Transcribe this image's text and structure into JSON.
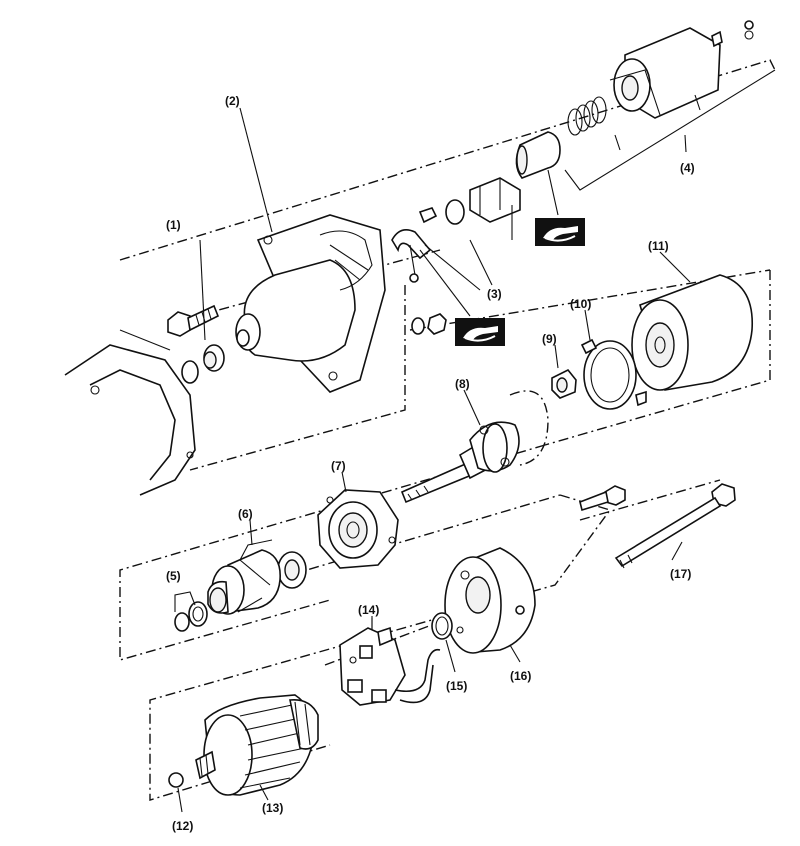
{
  "labels": {
    "p1": "(1)",
    "p2": "(2)",
    "p3": "(3)",
    "p4": "(4)",
    "p5": "(5)",
    "p6": "(6)",
    "p7": "(7)",
    "p8": "(8)",
    "p9": "(9)",
    "p10": "(10)",
    "p11": "(11)",
    "p12": "(12)",
    "p13": "(13)",
    "p14": "(14)",
    "p15": "(15)",
    "p16": "(16)",
    "p17": "(17)"
  },
  "icons": {
    "grease_symbol": "grease-application-icon"
  }
}
